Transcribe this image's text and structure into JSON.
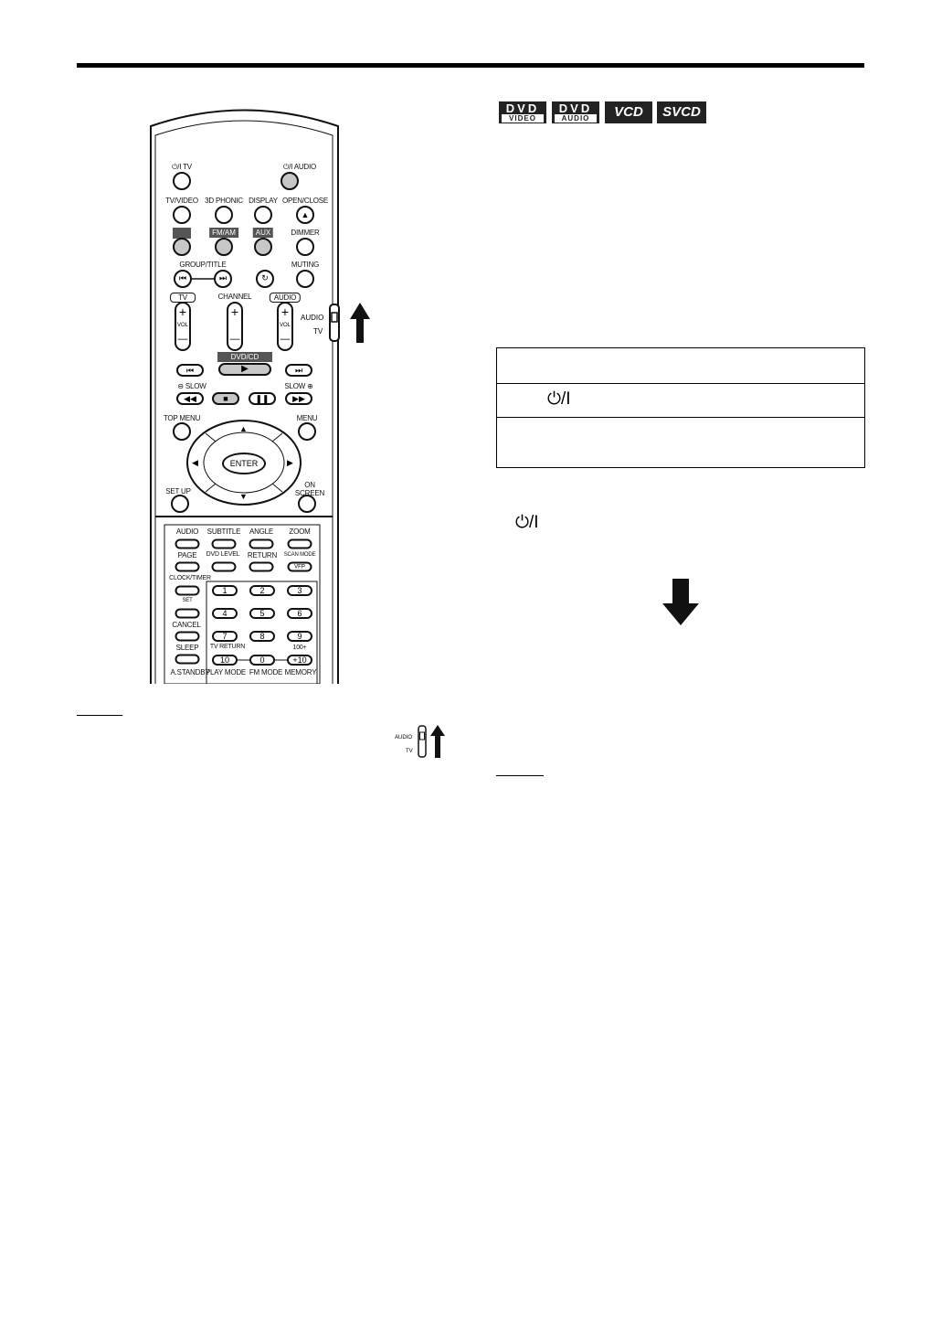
{
  "badges": [
    {
      "top": "DVD",
      "bottom": "VIDEO"
    },
    {
      "top": "DVD",
      "bottom": "AUDIO"
    },
    {
      "single": "VCD"
    },
    {
      "single": "SVCD"
    }
  ],
  "table": {
    "row2_symbol": "⏻/I"
  },
  "standby_symbol": "⏻/I",
  "side_switch": {
    "audio": "AUDIO",
    "tv": "TV"
  },
  "small_switch": {
    "audio": "AUDIO",
    "tv": "TV"
  },
  "remote": {
    "power_tv": "⏻/I TV",
    "power_audio": "⏻/I AUDIO",
    "tv_video": "TV/VIDEO",
    "phonic": "3D PHONIC",
    "display": "DISPLAY",
    "open_close": "OPEN/CLOSE",
    "fm_am": "FM/AM",
    "aux": "AUX",
    "dimmer": "DIMMER",
    "group_title": "GROUP/TITLE",
    "muting": "MUTING",
    "tv": "TV",
    "channel": "CHANNEL",
    "audio_tag": "AUDIO",
    "vol": "VOL",
    "plus": "+",
    "minus": "—",
    "dvd_cd": "DVD/CD",
    "slow_minus": "⊖ SLOW",
    "slow_plus": "SLOW ⊕",
    "top_menu": "TOP MENU",
    "menu": "MENU",
    "enter": "ENTER",
    "set_up": "SET UP",
    "on_screen": "ON SCREEN",
    "audio": "AUDIO",
    "subtitle": "SUBTITLE",
    "angle": "ANGLE",
    "zoom": "ZOOM",
    "page": "PAGE",
    "dvd_level": "DVD LEVEL",
    "return": "RETURN",
    "scan_mode": "SCAN MODE",
    "vfp": "VFP",
    "clock_timer": "CLOCK/TIMER",
    "set": "SET",
    "cancel": "CANCEL",
    "sleep": "SLEEP",
    "tv_return": "TV RETURN",
    "hundred_plus": "100+",
    "a_standby": "A.STANDBY",
    "play_mode": "PLAY MODE",
    "fm_mode": "FM MODE",
    "memory": "MEMORY",
    "n1": "1",
    "n2": "2",
    "n3": "3",
    "n4": "4",
    "n5": "5",
    "n6": "6",
    "n7": "7",
    "n8": "8",
    "n9": "9",
    "n10": "10",
    "n0": "0",
    "n_plus10": "+10"
  }
}
